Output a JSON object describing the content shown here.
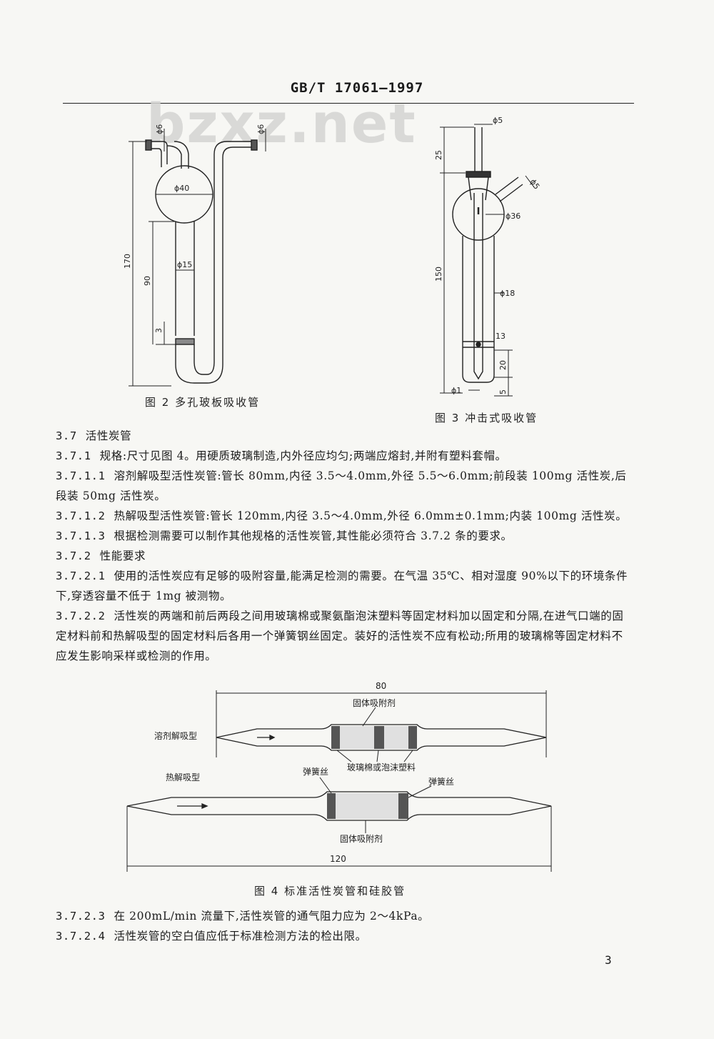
{
  "header": {
    "standard_no": "GB/T 17061—1997"
  },
  "watermark": "bzxz.net",
  "fig2": {
    "caption": "图 2   多孔玻板吸收管",
    "dims": {
      "d6_left": "ϕ6",
      "d6_right": "ϕ6",
      "d40": "ϕ40",
      "d15": "ϕ15",
      "h170": "170",
      "h90": "90",
      "h3": "3"
    }
  },
  "fig3": {
    "caption": "图 3   冲击式吸收管",
    "dims": {
      "d5_top": "ϕ5",
      "d5_side": "ϕ5",
      "d36": "ϕ36",
      "d18": "ϕ18",
      "d1": "ϕ1",
      "h25": "25",
      "h150": "150",
      "h13": "13",
      "h20": "20",
      "h5": "5"
    }
  },
  "sections": [
    {
      "num": "3.7",
      "text": "活性炭管"
    },
    {
      "num": "3.7.1",
      "text": "规格:尺寸见图 4。用硬质玻璃制造,内外径应均匀;两端应熔封,并附有塑料套帽。"
    },
    {
      "num": "3.7.1.1",
      "text": "溶剂解吸型活性炭管:管长 80mm,内径 3.5～4.0mm,外径 5.5～6.0mm;前段装 100mg 活性炭,后段装 50mg 活性炭。"
    },
    {
      "num": "3.7.1.2",
      "text": "热解吸型活性炭管:管长 120mm,内径 3.5～4.0mm,外径 6.0mm±0.1mm;内装 100mg 活性炭。"
    },
    {
      "num": "3.7.1.3",
      "text": "根据检测需要可以制作其他规格的活性炭管,其性能必须符合 3.7.2 条的要求。"
    },
    {
      "num": "3.7.2",
      "text": "性能要求"
    },
    {
      "num": "3.7.2.1",
      "text": "使用的活性炭应有足够的吸附容量,能满足检测的需要。在气温 35℃、相对湿度 90%以下的环境条件下,穿透容量不低于 1mg 被测物。"
    },
    {
      "num": "3.7.2.2",
      "text": "活性炭的两端和前后两段之间用玻璃棉或聚氨酯泡沫塑料等固定材料加以固定和分隔,在进气口端的固定材料前和热解吸型的固定材料后各用一个弹簧钢丝固定。装好的活性炭不应有松动;所用的玻璃棉等固定材料不应发生影响采样或检测的作用。"
    }
  ],
  "fig4": {
    "caption": "图 4   标准活性炭管和硅胶管",
    "labels": {
      "len80": "80",
      "len120": "120",
      "solid_adsorbent_top": "固体吸附剂",
      "solid_adsorbent_bottom": "固体吸附剂",
      "solvent_type": "溶剂解吸型",
      "thermal_type": "热解吸型",
      "spring_left": "弹簧丝",
      "spring_right": "弹簧丝",
      "glass_wool": "玻璃棉或泡沫塑料"
    }
  },
  "sections_after": [
    {
      "num": "3.7.2.3",
      "text": "在 200mL/min 流量下,活性炭管的通气阻力应为 2～4kPa。"
    },
    {
      "num": "3.7.2.4",
      "text": "活性炭管的空白值应低于标准检测方法的检出限。"
    }
  ],
  "page_number": "3"
}
